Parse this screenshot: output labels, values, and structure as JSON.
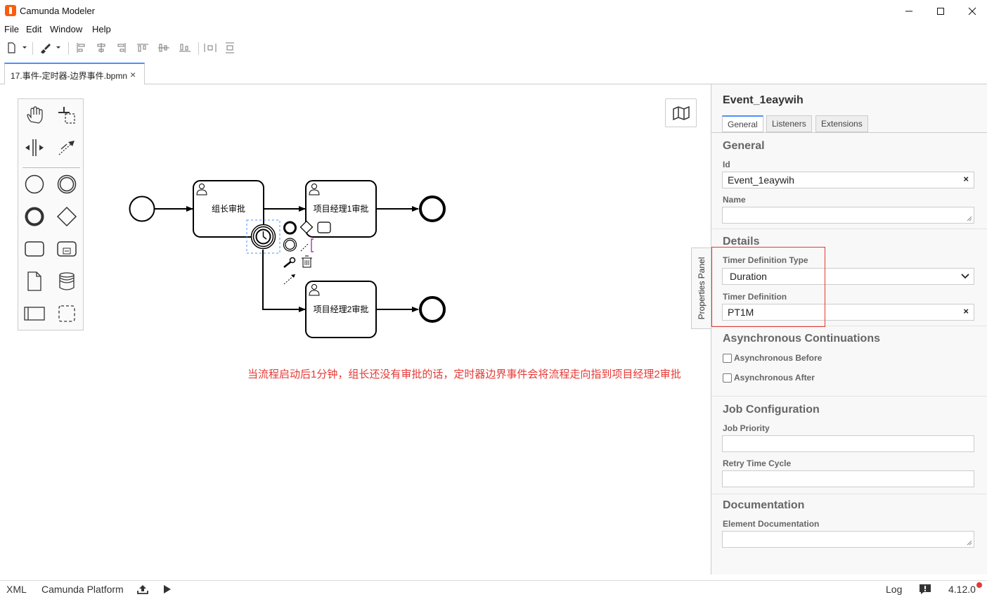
{
  "window": {
    "title": "Camunda Modeler"
  },
  "menu": {
    "items": [
      "File",
      "Edit",
      "Window",
      "Help"
    ]
  },
  "tab": {
    "filename": "17.事件-定时器-边界事件.bpmn",
    "close": "×"
  },
  "diagram": {
    "tasks": [
      {
        "label": "组长审批"
      },
      {
        "label": "项目经理1审批"
      },
      {
        "label": "项目经理2审批"
      }
    ],
    "annotation": "当流程启动后1分钟，组长还没有审批的话，定时器边界事件会将流程走向指到项目经理2审批"
  },
  "properties_toggle": {
    "label": "Properties Panel"
  },
  "properties": {
    "title": "Event_1eaywih",
    "tabs": [
      "General",
      "Listeners",
      "Extensions"
    ],
    "active_tab": "General",
    "general": {
      "heading": "General",
      "id_label": "Id",
      "id_value": "Event_1eaywih",
      "name_label": "Name",
      "name_value": ""
    },
    "details": {
      "heading": "Details",
      "timer_type_label": "Timer Definition Type",
      "timer_type_value": "Duration",
      "timer_def_label": "Timer Definition",
      "timer_def_value": "PT1M"
    },
    "async": {
      "heading": "Asynchronous Continuations",
      "before_label": "Asynchronous Before",
      "after_label": "Asynchronous After"
    },
    "job": {
      "heading": "Job Configuration",
      "priority_label": "Job Priority",
      "retry_label": "Retry Time Cycle"
    },
    "documentation": {
      "heading": "Documentation",
      "element_doc_label": "Element Documentation"
    },
    "clear_symbol": "×"
  },
  "status": {
    "xml": "XML",
    "platform": "Camunda Platform",
    "log": "Log",
    "version": "4.12.0"
  },
  "colors": {
    "accent": "#4d90ff",
    "annotation": "#e53935",
    "logo": "#fc5d0d"
  }
}
